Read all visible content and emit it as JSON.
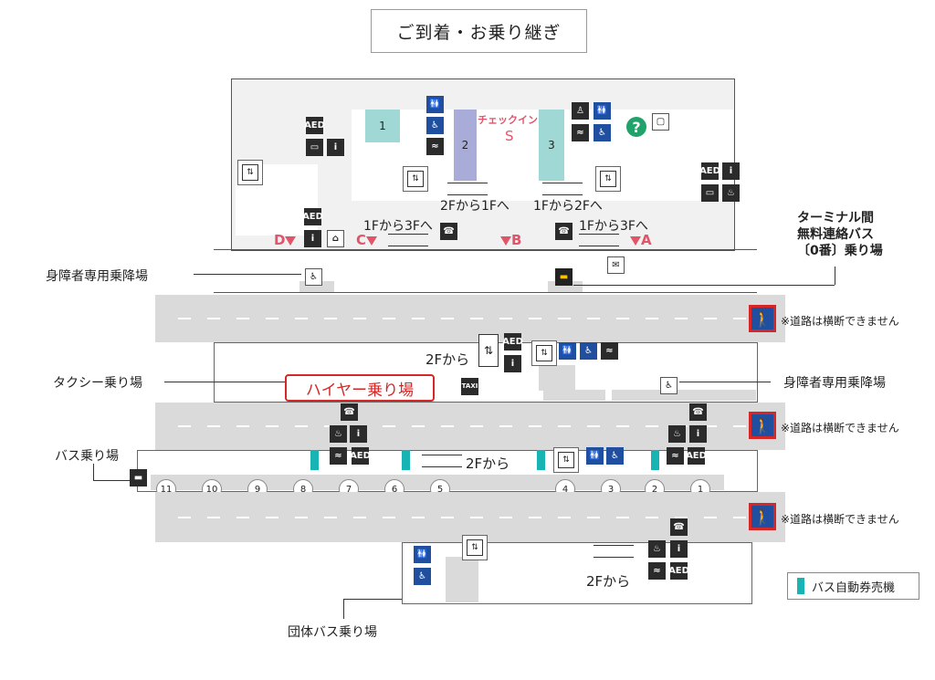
{
  "title": "ご到着・お乗り継ぎ",
  "terminal": {
    "counters": [
      "1",
      "2",
      "3"
    ],
    "checkin_label": "チェックイン",
    "checkin_zone": "S",
    "floor_notes": [
      "2Fから1Fへ",
      "1Fから2Fへ",
      "1Fから3Fへ",
      "1Fから3Fへ"
    ],
    "exits": [
      "D",
      "C",
      "B",
      "A"
    ]
  },
  "labels": {
    "shuttle": [
      "ターミナル間",
      "無料連絡バス",
      "〔0番〕乗り場"
    ],
    "disabled_left": "身障者専用乗降場",
    "disabled_right": "身障者専用乗降場",
    "taxi": "タクシー乗り場",
    "hire": "ハイヤー乗り場",
    "bus": "バス乗り場",
    "group_bus": "団体バス乗り場",
    "no_crossing": "※道路は横断できません",
    "from_2f": "2Fから"
  },
  "bus_stops": [
    "11",
    "10",
    "9",
    "8",
    "7",
    "6",
    "5",
    "4",
    "3",
    "2",
    "1"
  ],
  "legend": {
    "ticket_machine": "バス自動券売機",
    "color": "#18b3b3"
  },
  "icons": {
    "aed": "AED",
    "taxi": "TAXI",
    "info": "i",
    "phone": "☎",
    "toilet": "🚻",
    "wheelchair": "♿",
    "smoking": "≈",
    "mail": "✉",
    "question": "?",
    "elevator": "⇅"
  },
  "colors": {
    "accent": "#e0556a",
    "sign_blue": "#1f4f9e",
    "road": "#dadada",
    "teal_counter": "#9fd8d4",
    "purple_counter": "#a9acd8",
    "hire_border": "#d62626"
  }
}
